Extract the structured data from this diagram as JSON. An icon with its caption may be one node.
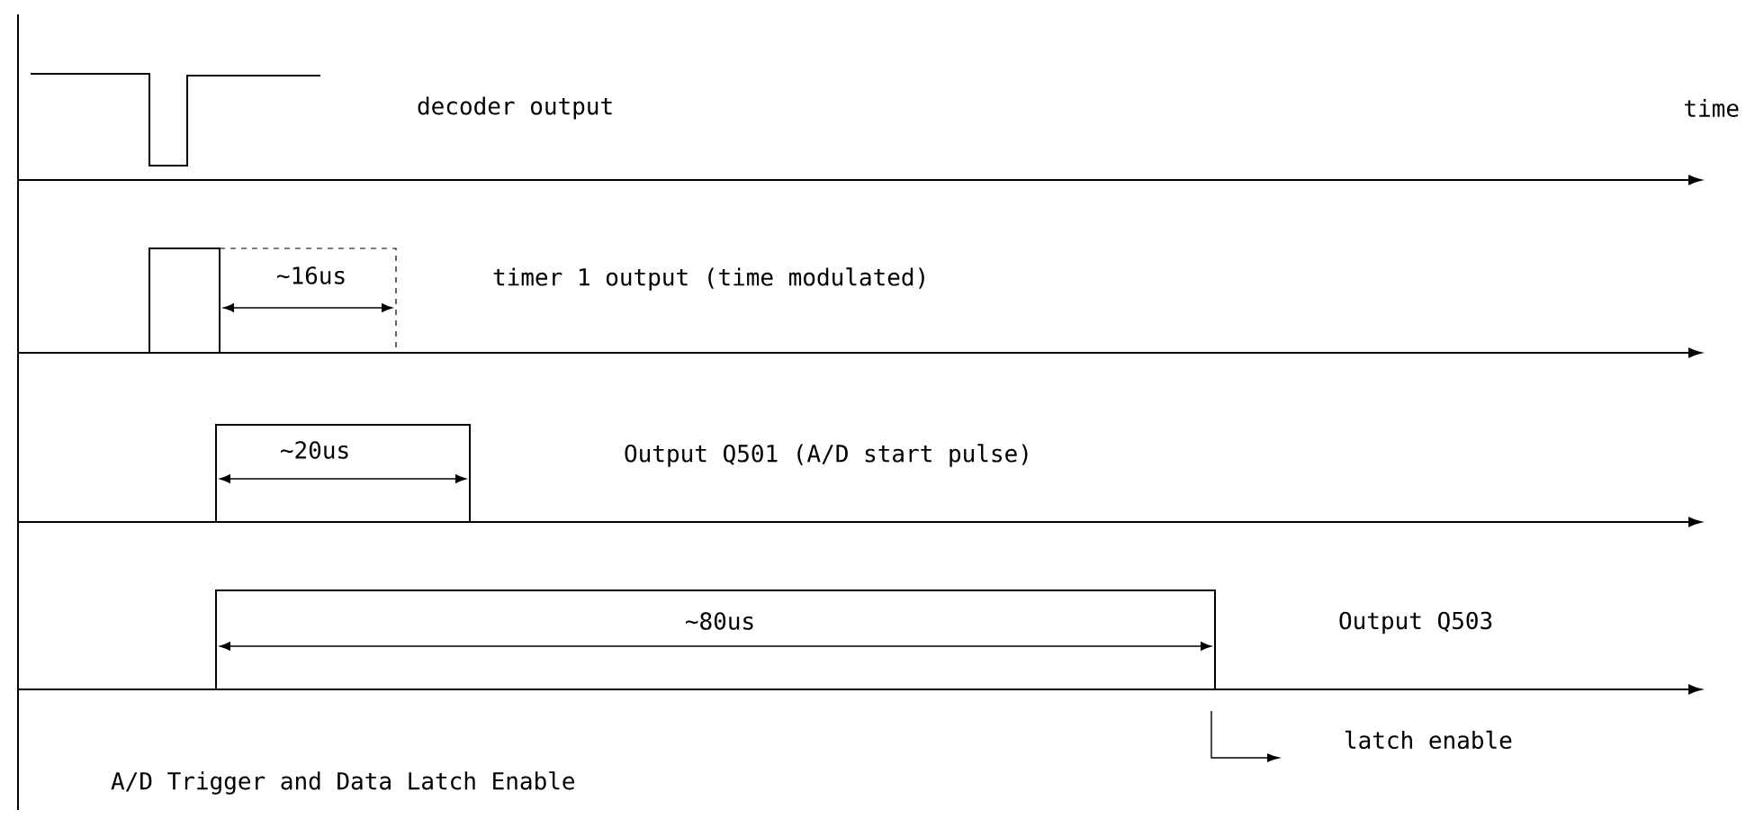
{
  "diagram": {
    "labels": [
      "decoder output",
      "time",
      "∼16us",
      "timer 1 output (time modulated)",
      "∼20us",
      "Output Q501 (A/D start pulse)",
      "∼80us",
      "Output Q503",
      "latch enable",
      "A/D Trigger and Data Latch Enable"
    ]
  }
}
